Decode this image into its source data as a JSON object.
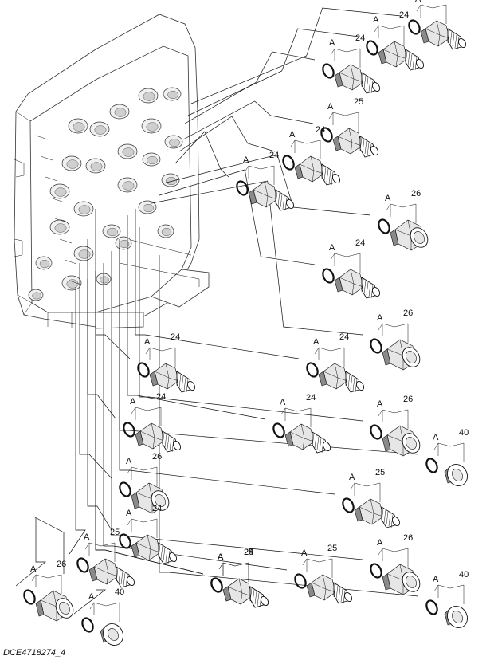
{
  "figure": {
    "caption": "DCE4718274_4",
    "seal_label": "A"
  },
  "fittings": [
    {
      "id": "f1",
      "type": "straight",
      "ref": "24",
      "seal": "A"
    },
    {
      "id": "f2",
      "type": "straight",
      "ref": "24",
      "seal": "A"
    },
    {
      "id": "f3",
      "type": "straight",
      "ref": "24",
      "seal": "A"
    },
    {
      "id": "f4",
      "type": "straight",
      "ref": "25",
      "seal": "A"
    },
    {
      "id": "f5",
      "type": "straight",
      "ref": "24",
      "seal": "A"
    },
    {
      "id": "f6",
      "type": "straight",
      "ref": "24",
      "seal": "A"
    },
    {
      "id": "f7",
      "type": "adapter",
      "ref": "26",
      "seal": "A"
    },
    {
      "id": "f8",
      "type": "straight",
      "ref": "24",
      "seal": "A"
    },
    {
      "id": "f9",
      "type": "adapter",
      "ref": "26",
      "seal": "A"
    },
    {
      "id": "f10",
      "type": "straight",
      "ref": "24",
      "seal": "A"
    },
    {
      "id": "f11",
      "type": "straight",
      "ref": "24",
      "seal": "A"
    },
    {
      "id": "f12",
      "type": "straight",
      "ref": "24",
      "seal": "A"
    },
    {
      "id": "f13",
      "type": "straight",
      "ref": "24",
      "seal": "A"
    },
    {
      "id": "f14",
      "type": "adapter",
      "ref": "26",
      "seal": "A"
    },
    {
      "id": "f15",
      "type": "plug",
      "ref": "40",
      "seal": "A"
    },
    {
      "id": "f16",
      "type": "adapter",
      "ref": "26",
      "seal": "A"
    },
    {
      "id": "f17",
      "type": "straight",
      "ref": "25",
      "seal": "A"
    },
    {
      "id": "f18",
      "type": "straight",
      "ref": "24",
      "seal": "A"
    },
    {
      "id": "f19",
      "type": "straight",
      "ref": "25",
      "seal": "A"
    },
    {
      "id": "f20",
      "type": "adapter",
      "ref": "26",
      "seal": "A"
    },
    {
      "id": "f21",
      "type": "plug",
      "ref": "40",
      "seal": "A"
    },
    {
      "id": "f22",
      "type": "adapter",
      "ref": "26",
      "seal": "A"
    },
    {
      "id": "f23",
      "type": "plug",
      "ref": "40",
      "seal": "A"
    },
    {
      "id": "f24",
      "type": "straight",
      "ref": "25",
      "seal": "A"
    },
    {
      "id": "f25",
      "type": "straight",
      "ref": "24",
      "seal": "A"
    },
    {
      "id": "f26",
      "type": "straight",
      "ref": "25",
      "seal": "A"
    }
  ]
}
